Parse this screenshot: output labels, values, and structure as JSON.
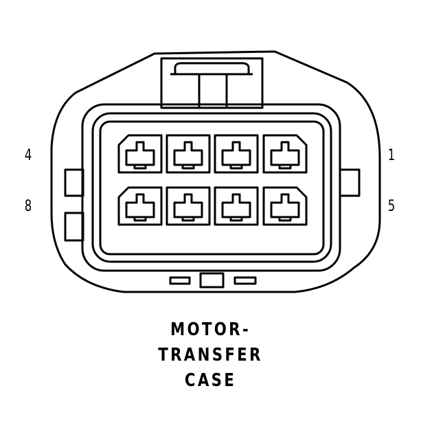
{
  "pin_labels": {
    "top_left": "4",
    "bottom_left": "8",
    "top_right": "1",
    "bottom_right": "5"
  },
  "caption": {
    "line1": "MOTOR-",
    "line2": "TRANSFER",
    "line3": "CASE"
  },
  "colors": {
    "stroke": "#000000",
    "background": "#ffffff"
  }
}
